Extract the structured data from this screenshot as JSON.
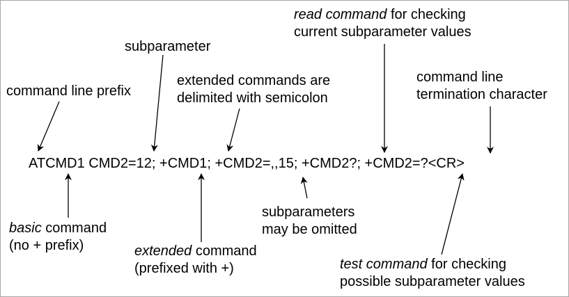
{
  "command_line": "ATCMD1 CMD2=12; +CMD1; +CMD2=,,15; +CMD2?; +CMD2=?<CR>",
  "annotations": {
    "command_line_prefix": "command line prefix",
    "subparameter": "subparameter",
    "extended_delimited": [
      "extended commands are",
      "delimited with semicolon"
    ],
    "read_command": {
      "italic": "read command",
      "rest": " for checking",
      "line2": "current subparameter values"
    },
    "termination": [
      "command line",
      "termination character"
    ],
    "basic_command": {
      "italic": "basic",
      "rest": " command",
      "line2": "(no + prefix)"
    },
    "extended_command": {
      "italic": "extended",
      "rest": " command",
      "line2": "(prefixed with +)"
    },
    "omitted": [
      "subparameters",
      "may be omitted"
    ],
    "test_command": {
      "italic": "test command",
      "rest": " for checking",
      "line2": "possible subparameter values"
    }
  }
}
